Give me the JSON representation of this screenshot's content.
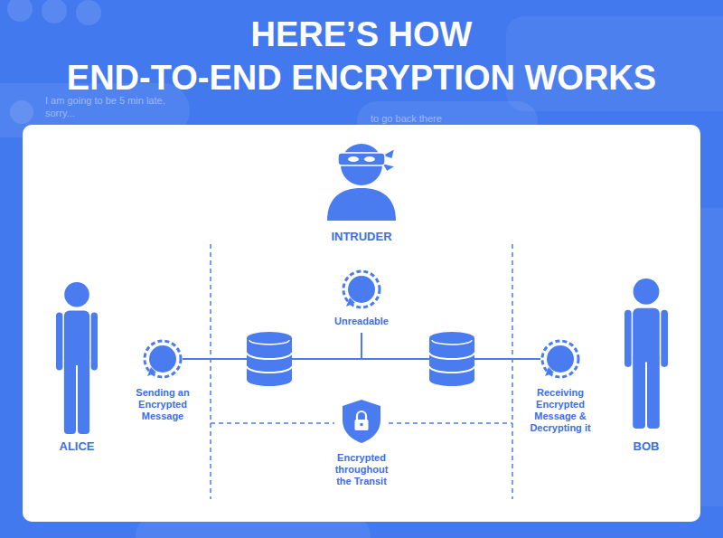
{
  "diagram": {
    "title": "HERE’S HOW END-TO-END ENCRYPTION WORKS",
    "nodes": [
      {
        "text": [
          "INTRUDER"
        ]
      },
      {
        "text": [
          "ALICE"
        ]
      },
      {
        "text": [
          "Sending an Encrypted Message"
        ]
      },
      {
        "text": [
          "Unreadable"
        ]
      },
      {
        "text": [
          "Encrypted throughout the Transit"
        ]
      },
      {
        "text": [
          "Receiving Encrypted Message & Decrypting it"
        ]
      },
      {
        "text": [
          "BOB"
        ]
      }
    ],
    "edges": [
      {
        "from": 2,
        "to": 5,
        "arrow": "none"
      }
    ],
    "labels": [
      "I am going to be 5 min late, sorry...",
      "to go back there"
    ]
  }
}
